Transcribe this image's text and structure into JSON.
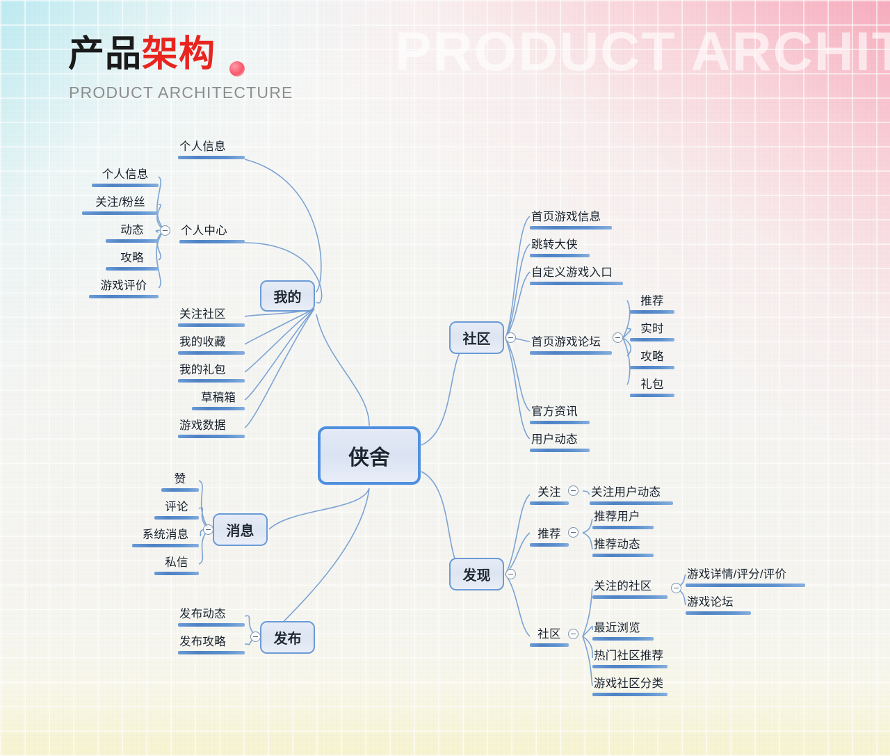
{
  "header": {
    "title_zh_dark": "产品",
    "title_zh_red": "架构",
    "title_en": "PRODUCT ARCHITECTURE",
    "watermark": "PRODUCT ARCHIT",
    "accent_red": "#e8241f",
    "accent_blue": "#5d91cf",
    "dot_color": "#f8556b"
  },
  "mindmap": {
    "root": "侠舍",
    "branches": {
      "mine": "我的",
      "community": "社区",
      "messages": "消息",
      "discover": "发现",
      "publish": "发布"
    },
    "mine": {
      "personal_info_top": "个人信息",
      "personal_center": "个人中心",
      "personal_center_children": [
        "个人信息",
        "关注/粉丝",
        "动态",
        "攻略",
        "游戏评价"
      ],
      "other_children": [
        "关注社区",
        "我的收藏",
        "我的礼包",
        "草稿箱",
        "游戏数据"
      ]
    },
    "community": {
      "children": [
        "首页游戏信息",
        "跳转大侠",
        "自定义游戏入口",
        "首页游戏论坛",
        "官方资讯",
        "用户动态"
      ],
      "forum_children": [
        "推荐",
        "实时",
        "攻略",
        "礼包"
      ]
    },
    "messages": {
      "children": [
        "赞",
        "评论",
        "系统消息",
        "私信"
      ]
    },
    "publish": {
      "children": [
        "发布动态",
        "发布攻略"
      ]
    },
    "discover": {
      "follow": "关注",
      "follow_children": [
        "关注用户动态"
      ],
      "recommend": "推荐",
      "recommend_children": [
        "推荐用户",
        "推荐动态"
      ],
      "community": "社区",
      "community_children": [
        "关注的社区",
        "最近浏览",
        "热门社区推荐",
        "游戏社区分类"
      ],
      "followed_community_children": [
        "游戏详情/评分/评价",
        "游戏论坛"
      ]
    }
  }
}
